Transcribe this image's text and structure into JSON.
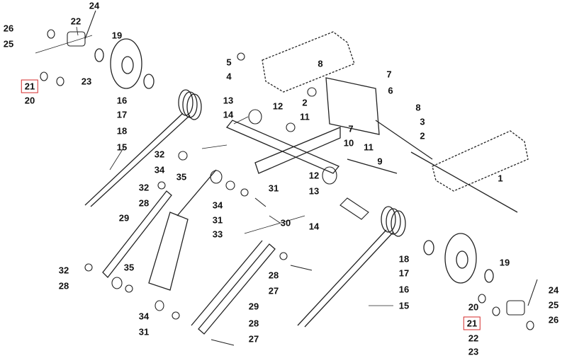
{
  "diagram": {
    "highlight_color": "#d42a2a",
    "callouts": [
      "24",
      "26",
      "22",
      "25",
      "19",
      "21",
      "23",
      "20",
      "16",
      "17",
      "18",
      "15",
      "5",
      "4",
      "8",
      "7",
      "6",
      "8",
      "2",
      "13",
      "12",
      "14",
      "11",
      "7",
      "3",
      "2",
      "10",
      "11",
      "9",
      "1",
      "32",
      "34",
      "32",
      "35",
      "28",
      "31",
      "12",
      "13",
      "14",
      "34",
      "31",
      "30",
      "29",
      "33",
      "32",
      "28",
      "35",
      "18",
      "17",
      "16",
      "15",
      "19",
      "28",
      "27",
      "29",
      "34",
      "28",
      "31",
      "27",
      "20",
      "24",
      "25",
      "21",
      "26",
      "22",
      "23"
    ],
    "highlighted_part": "21"
  }
}
